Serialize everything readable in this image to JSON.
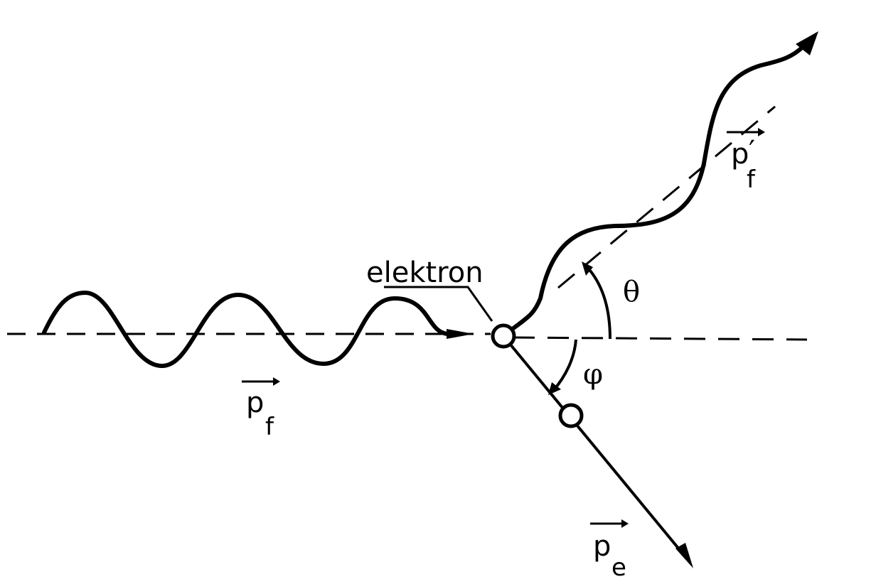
{
  "diagram": {
    "electron_label": "elektron",
    "theta_label": "θ",
    "phi_label": "φ",
    "incident_photon": {
      "main": "p",
      "sub": "f",
      "prime": ""
    },
    "scattered_photon": {
      "main": "p",
      "sub": "f",
      "prime": "′"
    },
    "recoil_electron": {
      "main": "p",
      "sub": "e",
      "prime": ""
    }
  }
}
